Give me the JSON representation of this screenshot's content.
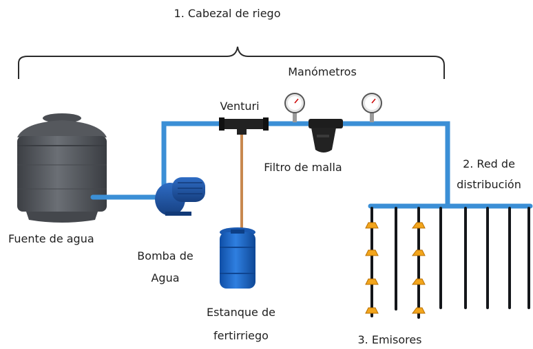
{
  "labels": {
    "cabezal": "1. Cabezal de riego",
    "manometros": "Manómetros",
    "venturi": "Venturi",
    "filtro": "Filtro de malla",
    "red_line1": "2. Red de",
    "red_line2": "distribución",
    "fuente": "Fuente de agua",
    "bomba_line1": "Bomba de",
    "bomba_line2": "Agua",
    "estanque_line1": "Estanque de",
    "estanque_line2": "fertirriego",
    "emisores": "3. Emisores"
  },
  "colors": {
    "pipe": "#3b8fd6",
    "pipe_dark": "#1d5fa0",
    "tank": "#5b5e63",
    "pump": "#1e57a8",
    "fert_tank": "#1f66c4",
    "emitter": "#f2a51c",
    "lateral": "#14161a",
    "venturi": "#222222",
    "gauge": "#d9d9d9"
  },
  "icons": {
    "water_tank": "water-tank-icon",
    "pump": "pump-icon",
    "gauge": "gauge-icon",
    "venturi": "venturi-icon",
    "filter": "mesh-filter-icon",
    "fertilizer_tank": "fertilizer-tank-icon",
    "emitter": "dripper-icon"
  }
}
